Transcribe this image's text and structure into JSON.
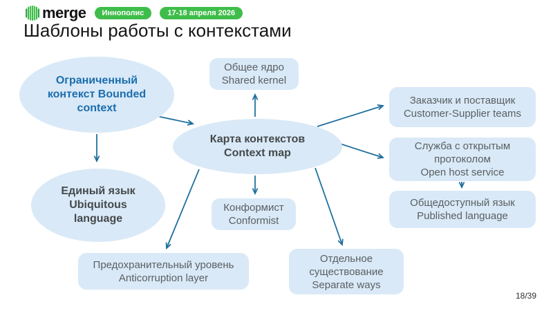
{
  "header": {
    "logo_text": "merge",
    "badges": [
      "Иннополис",
      "17-18 апреля 2026"
    ]
  },
  "title": "Шаблоны работы с контекстами",
  "page_indicator": "18/39",
  "colors": {
    "node_fill": "#d9e9f7",
    "arrow": "#1f6f9d",
    "badge_green": "#3fbd4a",
    "bounded_context_text": "#1b6dad",
    "rect_text": "#5a5f62",
    "ellipse_text": "#45494c"
  },
  "diagram": {
    "nodes": [
      {
        "id": "bounded-context",
        "shape": "ellipse",
        "lines": [
          "Ограниченный",
          "контекст Bounded",
          "context"
        ]
      },
      {
        "id": "shared-kernel",
        "shape": "rect",
        "lines": [
          "Общее ядро",
          "Shared kernel"
        ]
      },
      {
        "id": "context-map",
        "shape": "ellipse",
        "lines": [
          "Карта контекстов",
          "Context map"
        ]
      },
      {
        "id": "customer-supplier",
        "shape": "rect",
        "lines": [
          "Заказчик и поставщик",
          "Customer-Supplier teams"
        ]
      },
      {
        "id": "open-host-service",
        "shape": "rect",
        "lines": [
          "Служба с открытым",
          "протоколом",
          "Open host service"
        ]
      },
      {
        "id": "published-language",
        "shape": "rect",
        "lines": [
          "Общедоступный язык",
          "Published language"
        ]
      },
      {
        "id": "ubiquitous-language",
        "shape": "ellipse",
        "lines": [
          "Единый язык",
          "Ubiquitous",
          "language"
        ]
      },
      {
        "id": "conformist",
        "shape": "rect",
        "lines": [
          "Конформист",
          "Conformist"
        ]
      },
      {
        "id": "anticorruption-layer",
        "shape": "rect",
        "lines": [
          "Предохранительный уровень",
          "Anticorruption layer"
        ]
      },
      {
        "id": "separate-ways",
        "shape": "rect",
        "lines": [
          "Отдельное",
          "существование",
          "Separate ways"
        ]
      }
    ],
    "edges": [
      {
        "from": "bounded-context",
        "to": "context-map"
      },
      {
        "from": "bounded-context",
        "to": "ubiquitous-language"
      },
      {
        "from": "context-map",
        "to": "shared-kernel"
      },
      {
        "from": "context-map",
        "to": "customer-supplier"
      },
      {
        "from": "context-map",
        "to": "open-host-service"
      },
      {
        "from": "context-map",
        "to": "conformist"
      },
      {
        "from": "context-map",
        "to": "anticorruption-layer"
      },
      {
        "from": "context-map",
        "to": "separate-ways"
      },
      {
        "from": "open-host-service",
        "to": "published-language"
      }
    ]
  }
}
